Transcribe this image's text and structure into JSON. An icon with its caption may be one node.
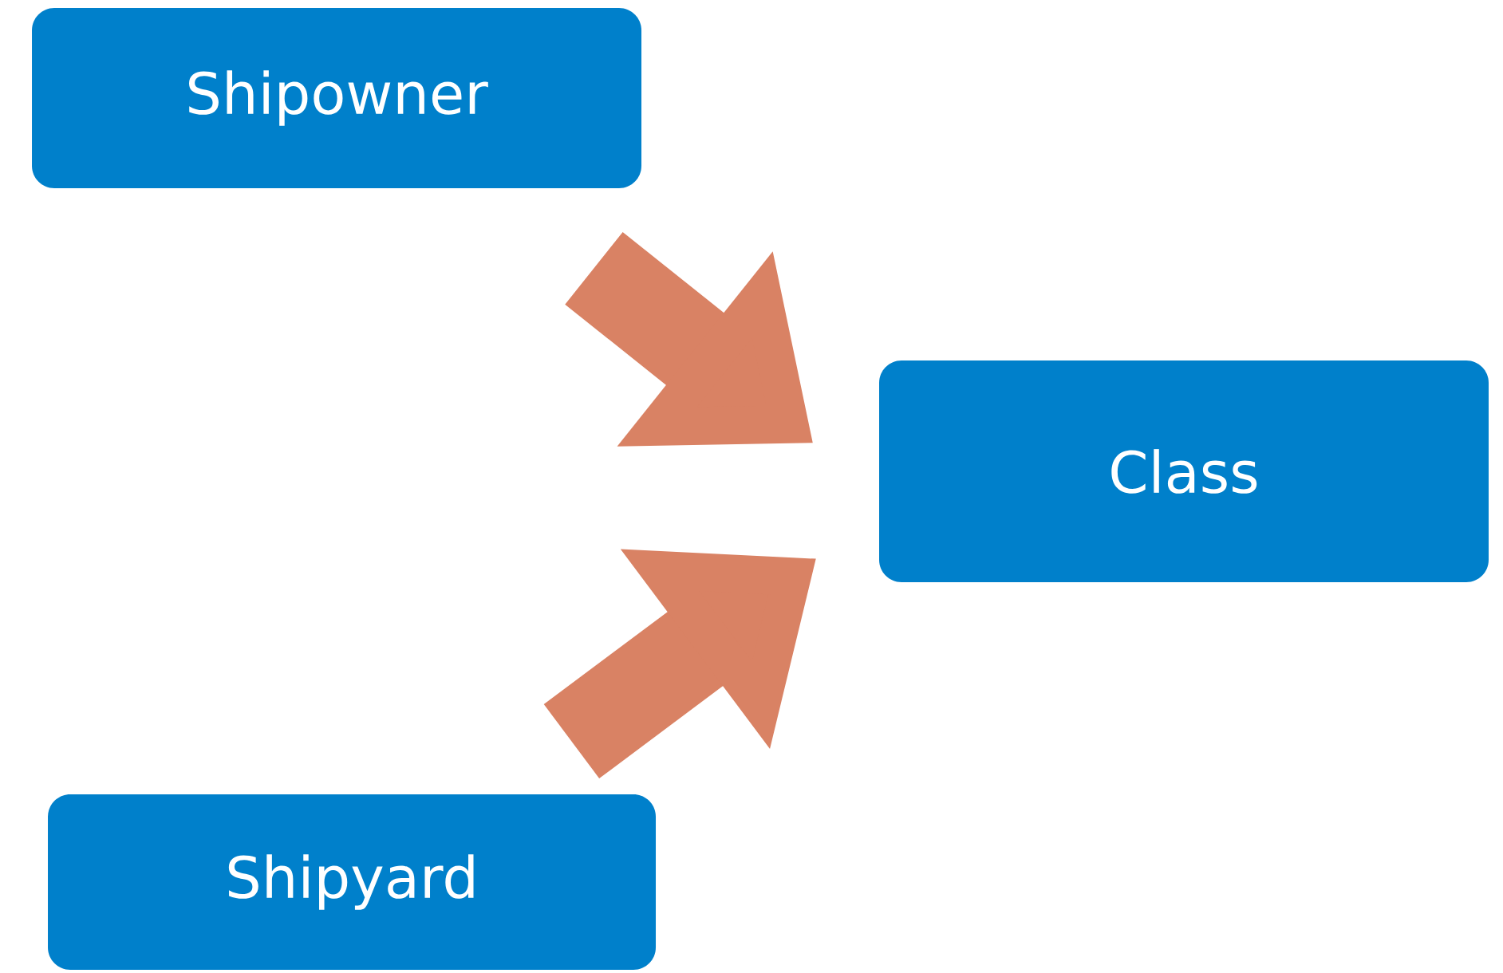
{
  "diagram": {
    "nodes": [
      {
        "text": [
          "Shipowner"
        ]
      },
      {
        "text": [
          "Class"
        ]
      },
      {
        "text": [
          "Shipyard"
        ]
      }
    ],
    "edges": [
      {
        "from": 0,
        "to": 1,
        "arrow": "to"
      },
      {
        "from": 2,
        "to": 1,
        "arrow": "to"
      }
    ]
  }
}
